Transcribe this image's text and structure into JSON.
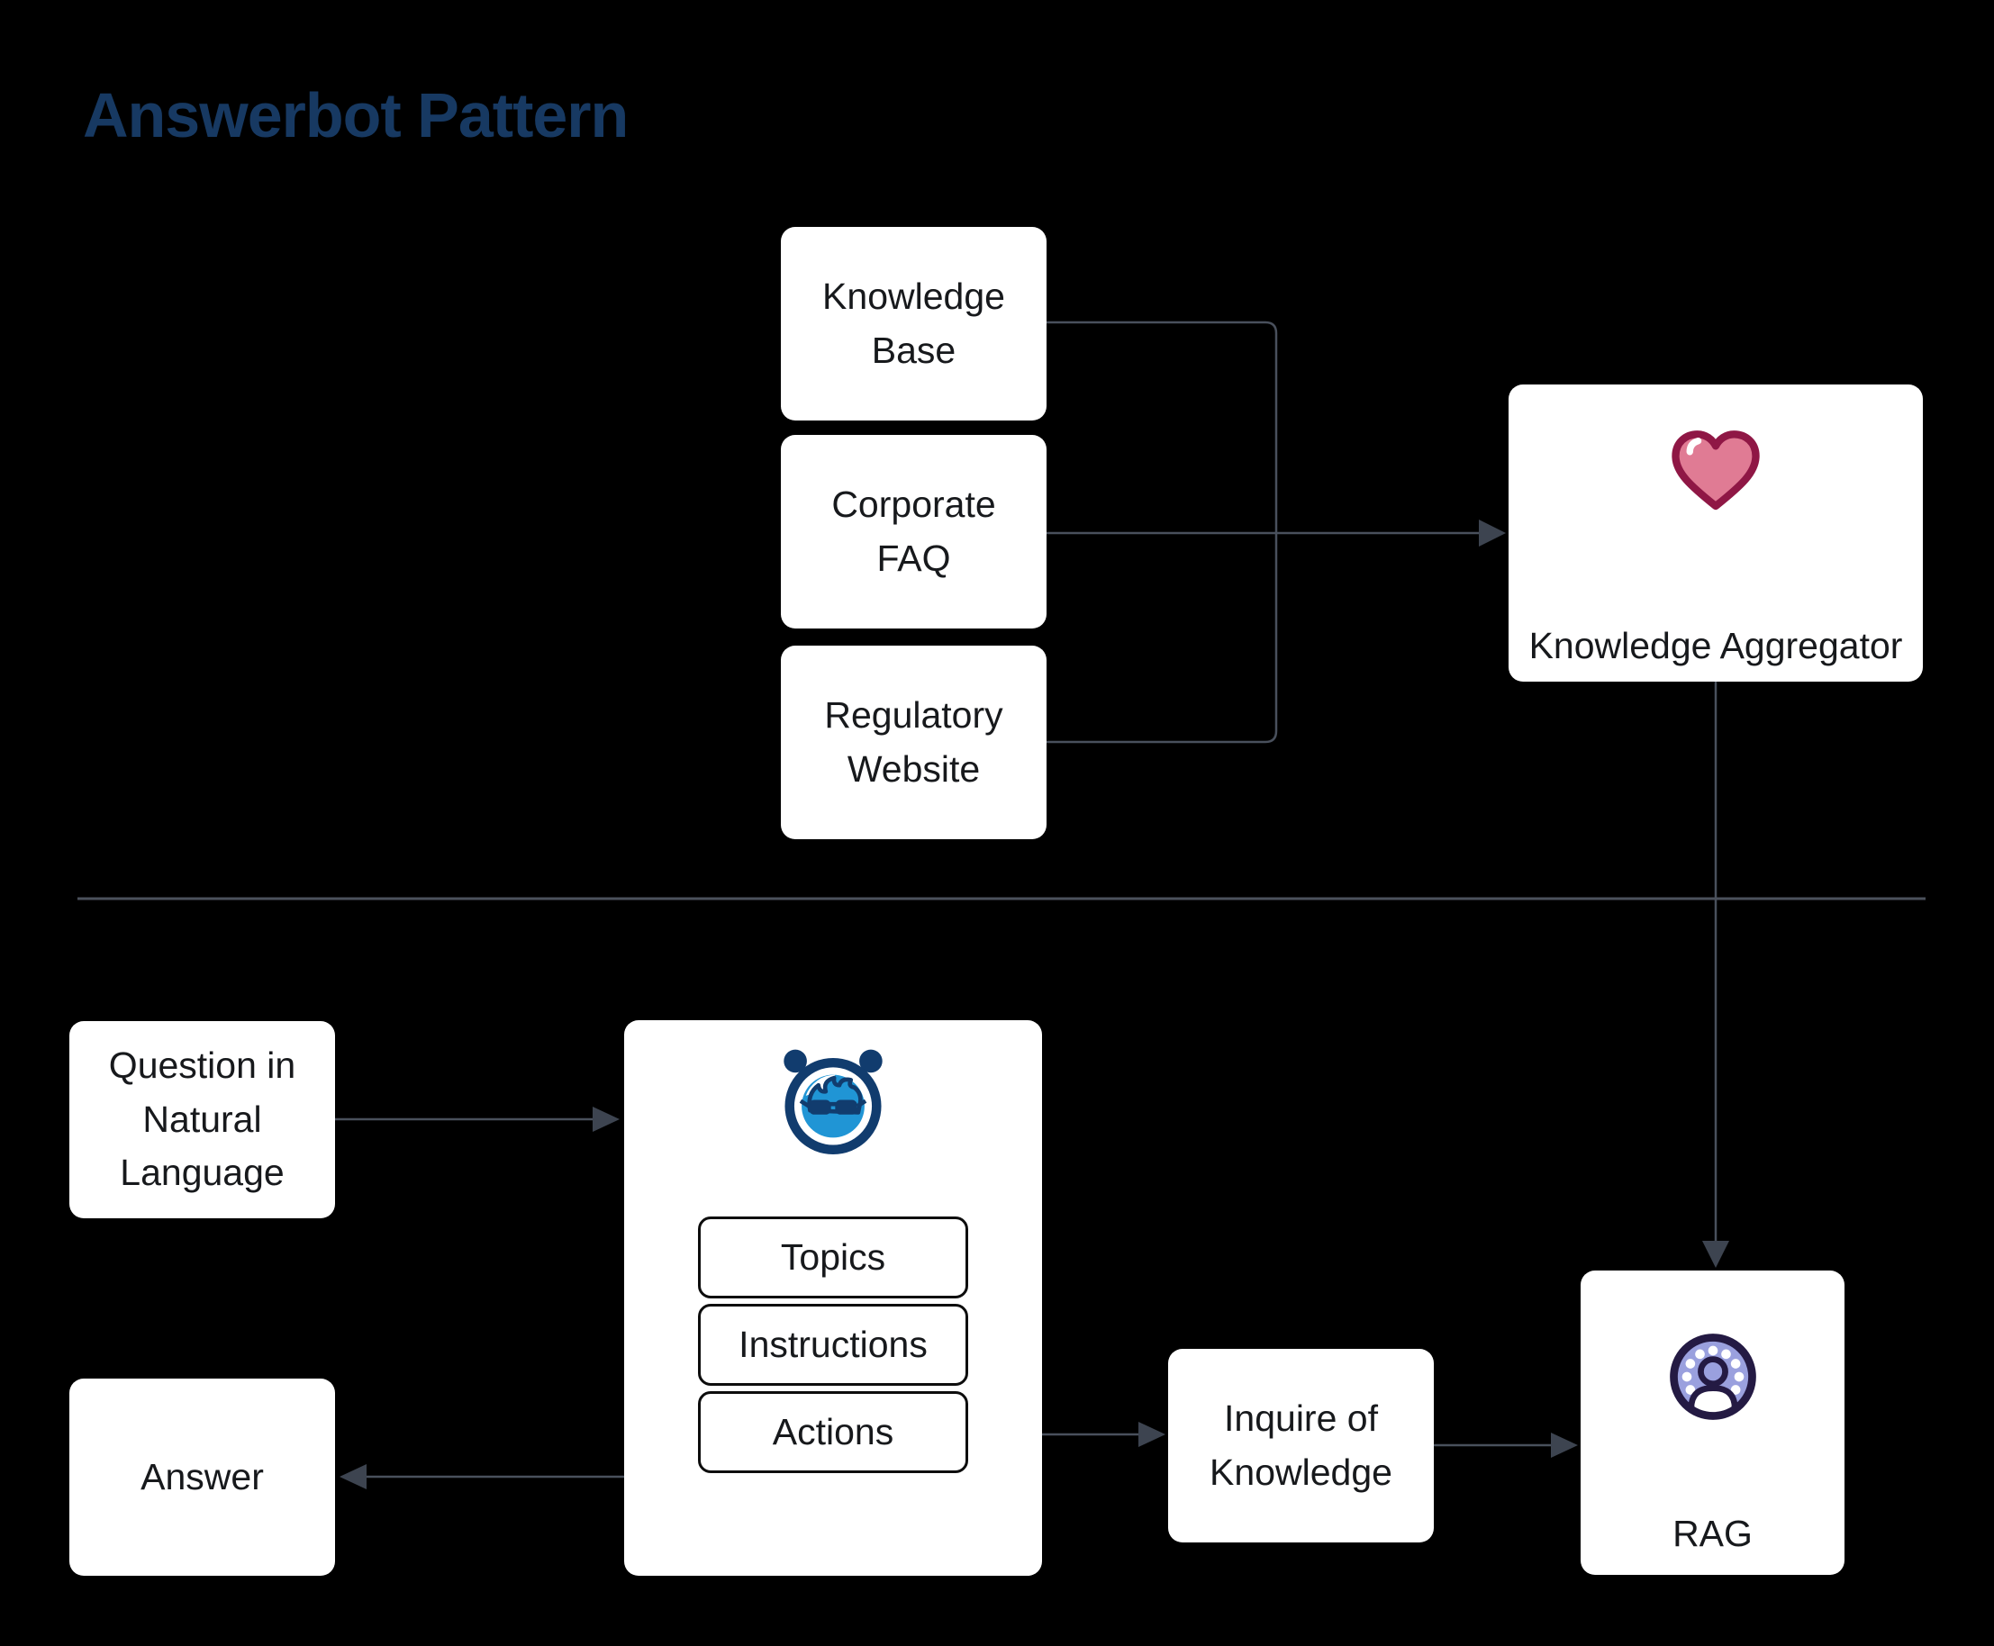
{
  "diagram": {
    "title": "Answerbot Pattern",
    "nodes": {
      "knowledge_base": {
        "label": "Knowledge Base"
      },
      "corporate_faq": {
        "label": "Corporate FAQ"
      },
      "regulatory_website": {
        "label": "Regulatory Website"
      },
      "aggregator": {
        "label": "Knowledge Aggregator",
        "icon": "heart-icon"
      },
      "question": {
        "label": "Question in Natural Language"
      },
      "answer": {
        "label": "Answer"
      },
      "bot": {
        "icon": "bot-icon",
        "items": [
          "Topics",
          "Instructions",
          "Actions"
        ]
      },
      "inquire": {
        "label": "Inquire of Knowledge"
      },
      "rag": {
        "label": "RAG",
        "icon": "rag-icon"
      }
    },
    "colors": {
      "background": "#000000",
      "title_text": "#173962",
      "node_fill": "#ffffff",
      "node_text": "#17191c",
      "connector": "#49505c",
      "arrowhead": "#3d4450",
      "divider": "#4b515c",
      "heart_fill": "#e07b94",
      "heart_stroke": "#8f1745",
      "bot_navy": "#113c6e",
      "bot_blue": "#2095d5",
      "rag_fill": "#9aa0de",
      "rag_stroke": "#241a43"
    }
  }
}
